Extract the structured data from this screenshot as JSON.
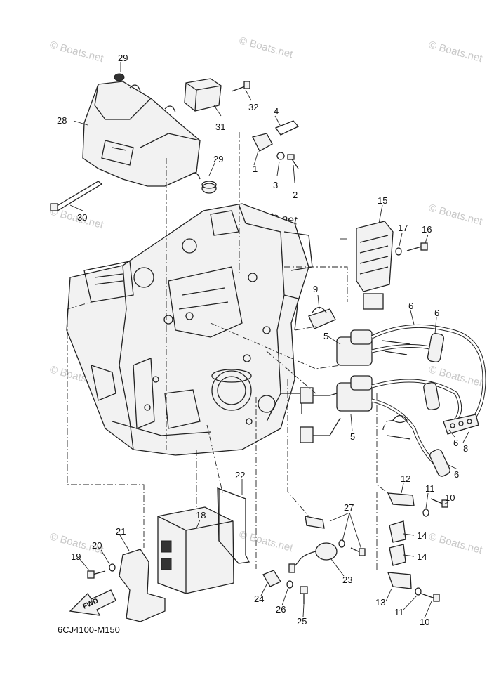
{
  "watermark": "© Boats.net",
  "diagram_code": "6CJ4100-M150",
  "direction_label": "FWD",
  "callouts": [
    "1",
    "2",
    "3",
    "4",
    "5",
    "5",
    "6",
    "6",
    "6",
    "6",
    "7",
    "8",
    "9",
    "10",
    "10",
    "11",
    "11",
    "12",
    "13",
    "14",
    "14",
    "15",
    "16",
    "17",
    "18",
    "19",
    "20",
    "21",
    "22",
    "23",
    "24",
    "25",
    "26",
    "27",
    "28",
    "29",
    "29",
    "30",
    "31",
    "32"
  ]
}
